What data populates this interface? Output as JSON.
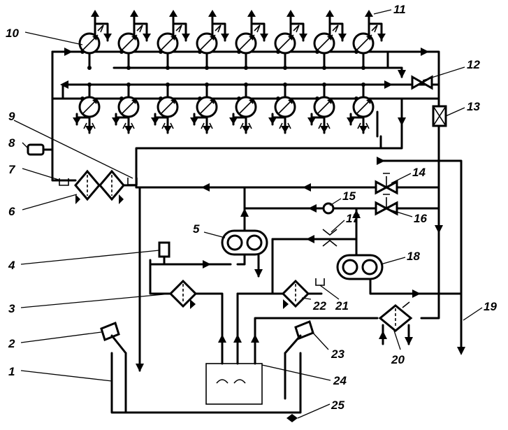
{
  "labels": {
    "l1": "1",
    "l2": "2",
    "l3": "3",
    "l4": "4",
    "l5": "5",
    "l6": "6",
    "l7": "7",
    "l8": "8",
    "l9": "9",
    "l10": "10",
    "l11": "11",
    "l12": "12",
    "l13": "13",
    "l14": "14",
    "l15": "15",
    "l16": "16",
    "l17": "17",
    "l18": "18",
    "l19": "19",
    "l20": "20",
    "l21": "21",
    "l22": "22",
    "l23": "23",
    "l24": "24",
    "l25": "25"
  },
  "upper_row_count": 8,
  "lower_row_count": 8
}
